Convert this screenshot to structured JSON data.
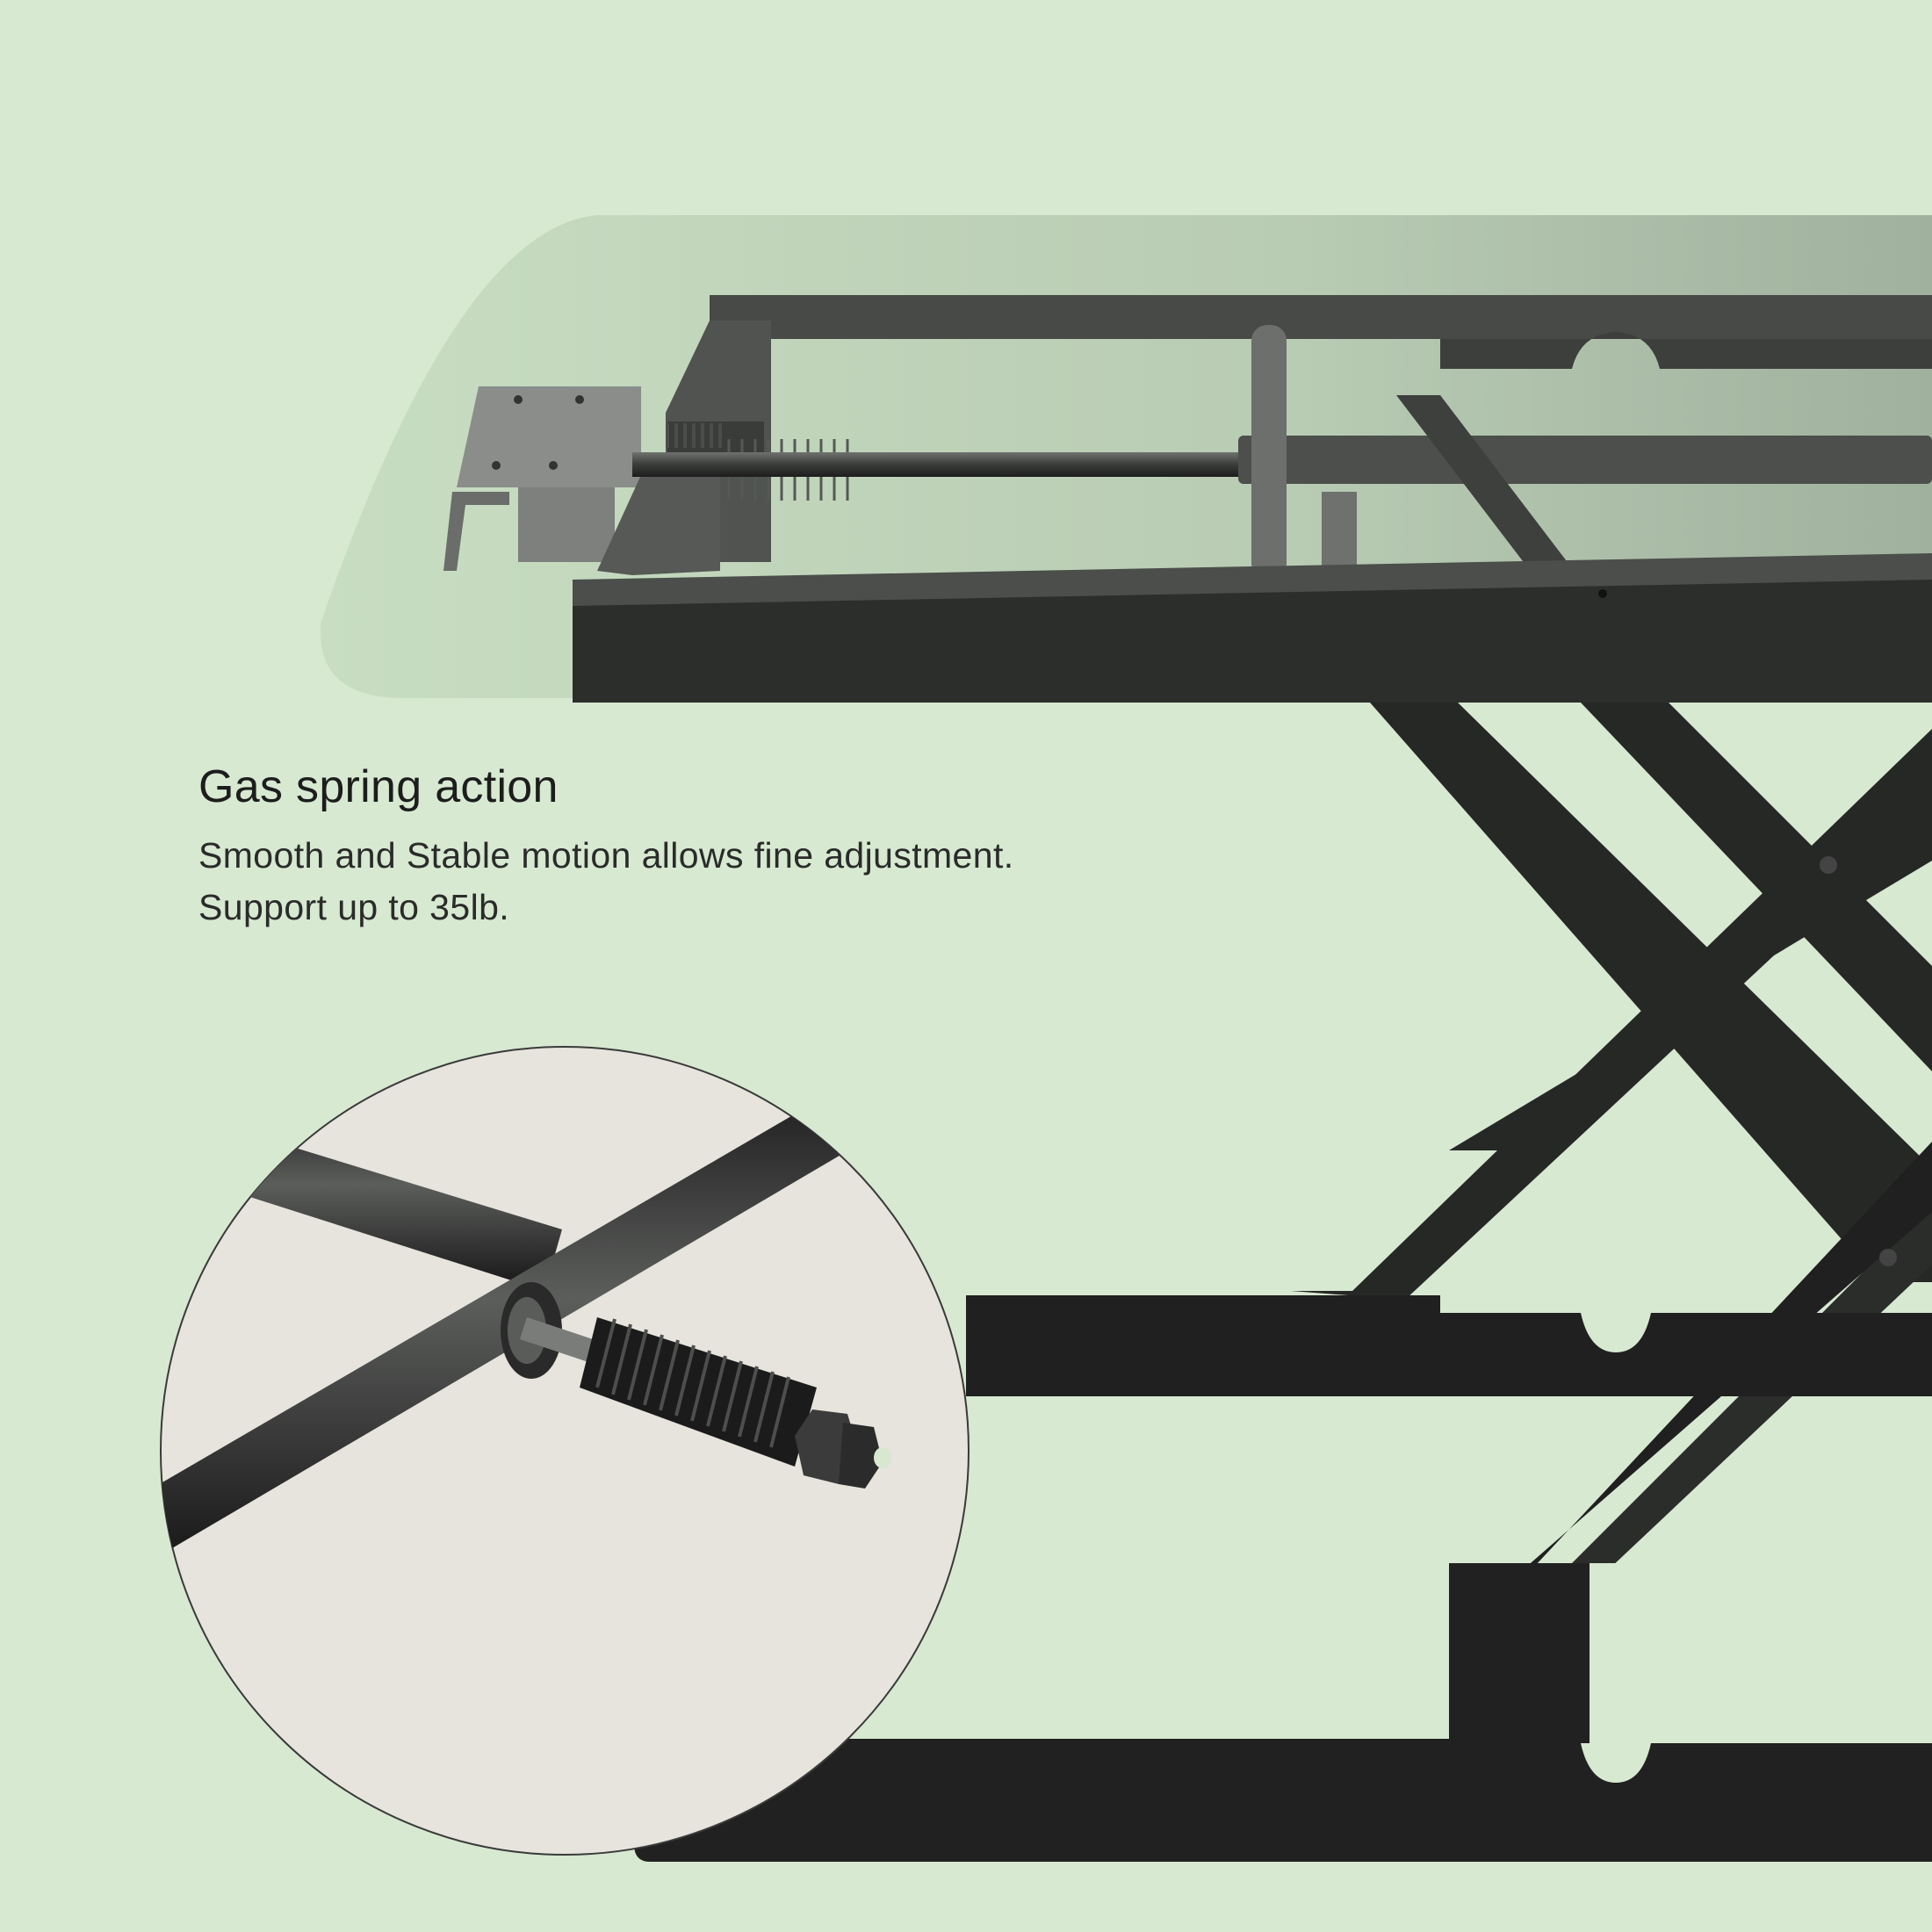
{
  "feature": {
    "title": "Gas spring action",
    "description_lines": [
      "Smooth and Stable motion allows fine adjustment.",
      "Support up to 35lb."
    ]
  },
  "illustration": {
    "subject": "standing-desk-converter-scissor-lift-frame",
    "inset_subject": "gas-spring-closeup",
    "colors": {
      "background": "#d7e9d1",
      "desktop_panel": "#b9ccb4",
      "frame": "#232423",
      "frame_faded": "#4a4d4a",
      "inset_background": "#e6e4dc",
      "inset_border": "#3a3a3a"
    }
  }
}
